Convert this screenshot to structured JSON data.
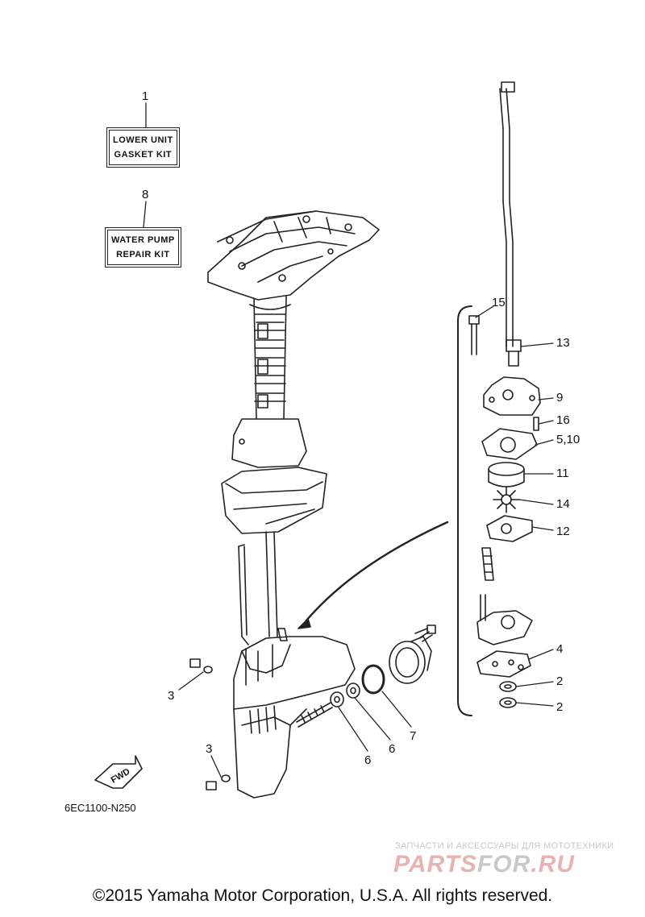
{
  "kits": [
    {
      "callout": "1",
      "lines": [
        "LOWER UNIT",
        "GASKET KIT"
      ]
    },
    {
      "callout": "8",
      "lines": [
        "WATER PUMP",
        "REPAIR KIT"
      ]
    }
  ],
  "callouts": {
    "c15": "15",
    "c13": "13",
    "c9": "9",
    "c16": "16",
    "c5_10": "5,10",
    "c11": "11",
    "c14": "14",
    "c12": "12",
    "c4": "4",
    "c2a": "2",
    "c2b": "2",
    "c3a": "3",
    "c3b": "3",
    "c6a": "6",
    "c6b": "6",
    "c7": "7"
  },
  "fwd_label": "FWD",
  "diagram_code": "6EC1100-N250",
  "watermark": {
    "tagline": "ЗАПЧАСТИ И АКСЕССУАРЫ ДЛЯ МОТОТЕХНИКИ",
    "logo_part1": "PARTS",
    "logo_part2": "FOR",
    "logo_part3": ".RU"
  },
  "copyright": "©2015 Yamaha Motor Corporation, U.S.A. All rights reserved."
}
